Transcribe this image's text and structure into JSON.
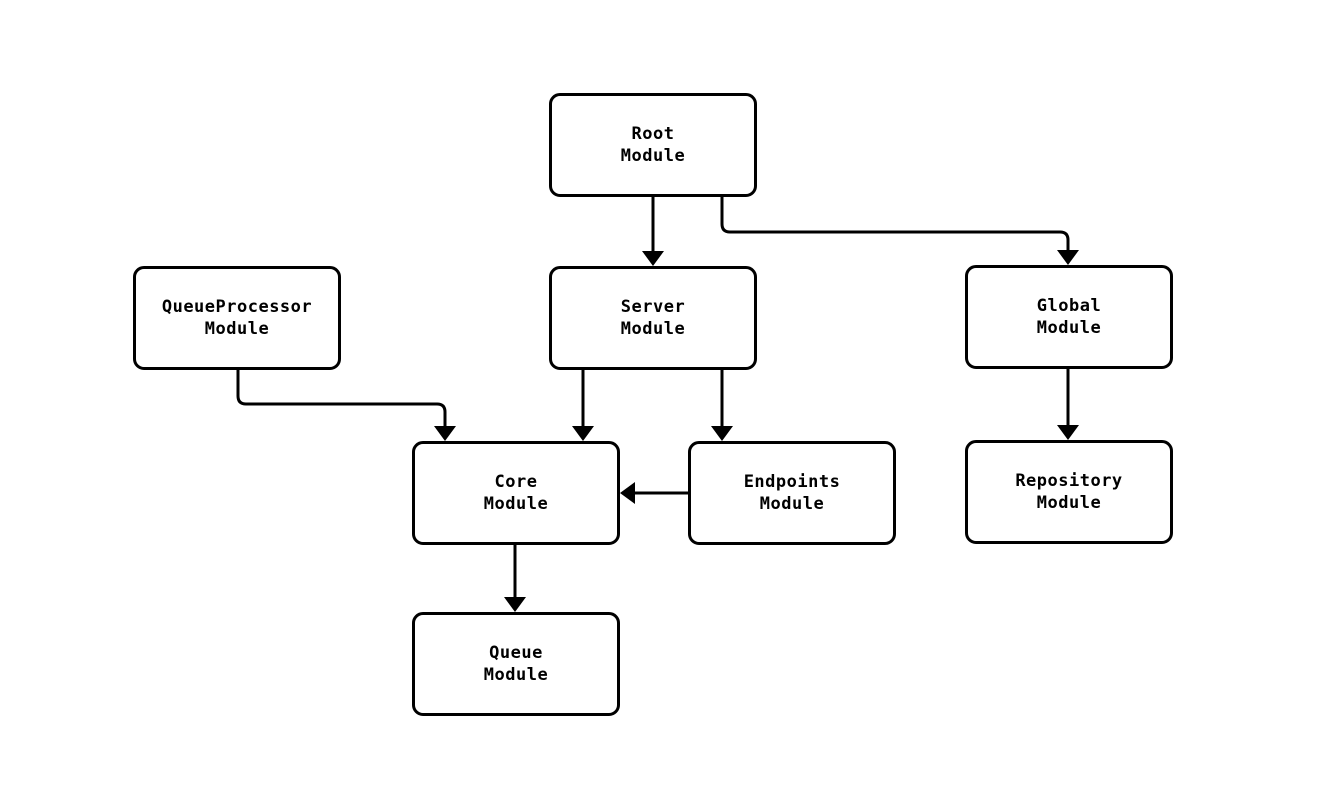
{
  "diagram": {
    "title": "module-dependency-diagram",
    "background_color": "#ffffff",
    "line_color": "#000000",
    "node_fill_color": "#ffffff",
    "nodes": [
      {
        "id": "root",
        "label": "Root\nModule"
      },
      {
        "id": "queueprocessor",
        "label": "QueueProcessor\nModule"
      },
      {
        "id": "server",
        "label": "Server\nModule"
      },
      {
        "id": "global",
        "label": "Global\nModule"
      },
      {
        "id": "core",
        "label": "Core\nModule"
      },
      {
        "id": "endpoints",
        "label": "Endpoints\nModule"
      },
      {
        "id": "repository",
        "label": "Repository\nModule"
      },
      {
        "id": "queue",
        "label": "Queue\nModule"
      }
    ],
    "edges": [
      {
        "from": "root",
        "to": "server"
      },
      {
        "from": "root",
        "to": "global"
      },
      {
        "from": "queueprocessor",
        "to": "core"
      },
      {
        "from": "server",
        "to": "core"
      },
      {
        "from": "server",
        "to": "endpoints"
      },
      {
        "from": "endpoints",
        "to": "core"
      },
      {
        "from": "core",
        "to": "queue"
      },
      {
        "from": "global",
        "to": "repository"
      }
    ]
  }
}
